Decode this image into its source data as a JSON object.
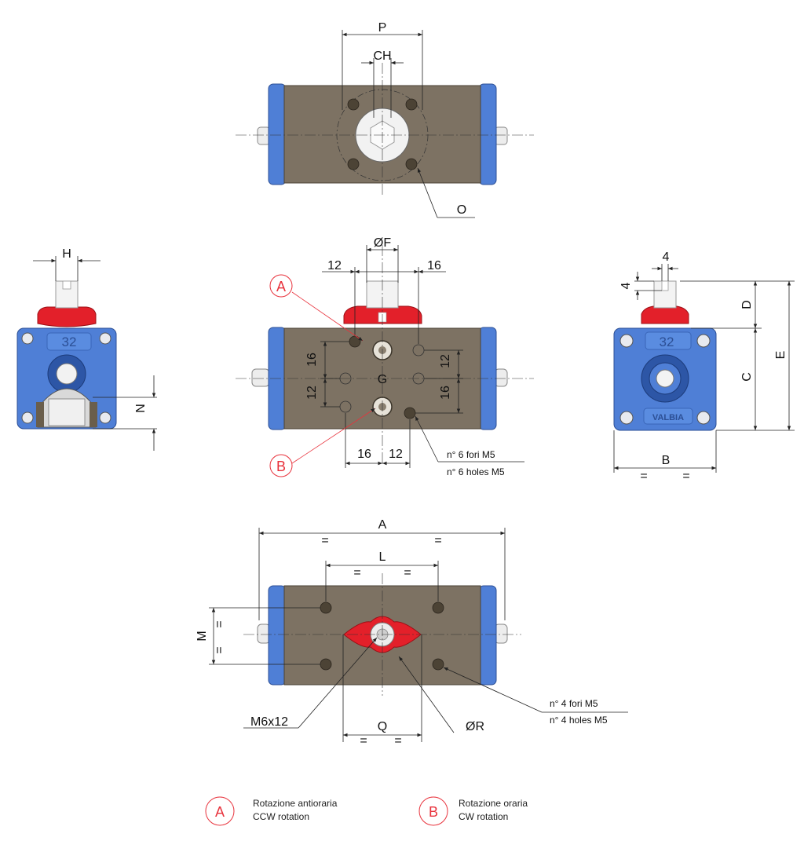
{
  "labels": {
    "P": "P",
    "CH": "CH",
    "O": "O",
    "H": "H",
    "N": "N",
    "F": "ØF",
    "d12a": "12",
    "d16a": "16",
    "d16v": "16",
    "d12v1": "12",
    "d12v2": "12",
    "d16v2": "16",
    "G": "G",
    "d16b": "16",
    "d12b": "12",
    "holes_it": "n° 6 fori M5",
    "holes_en": "n° 6 holes M5",
    "A_mark": "A",
    "B_mark": "B",
    "d4h": "4",
    "d4v": "4",
    "D": "D",
    "E": "E",
    "C": "C",
    "B": "B",
    "eq": "=",
    "A": "A",
    "L": "L",
    "M": "M",
    "M6x12": "M6x12",
    "Q": "Q",
    "R": "ØR",
    "holes4_it": "n° 4 fori M5",
    "holes4_en": "n° 4 holes M5",
    "size_badge": "32",
    "brand": "VALBIA"
  },
  "legend": {
    "a": {
      "mark": "A",
      "it": "Rotazione antioraria",
      "en": "CCW rotation"
    },
    "b": {
      "mark": "B",
      "it": "Rotazione oraria",
      "en": "CW rotation"
    }
  },
  "colors": {
    "body": "#7d7263",
    "endcap": "#4f7fd6",
    "indicator": "#e3202a",
    "marker": "#e8323c"
  }
}
